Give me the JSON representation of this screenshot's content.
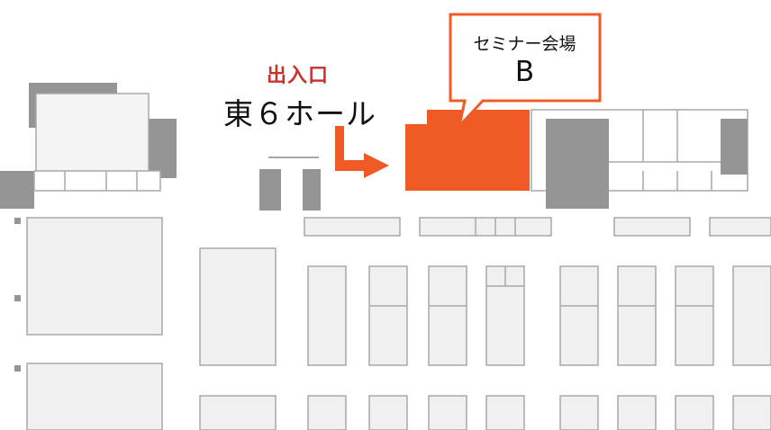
{
  "map": {
    "entrance_label": "出入口",
    "hall_label": "東６ホール",
    "callout": {
      "line1": "セミナー会場",
      "line2": "B"
    }
  },
  "colors": {
    "highlight": "#f05a24",
    "entrance_text": "#c8332f",
    "wall_dark": "#959595",
    "booth_fill": "#f0f0f0",
    "booth_stroke": "#a8a8a8"
  }
}
